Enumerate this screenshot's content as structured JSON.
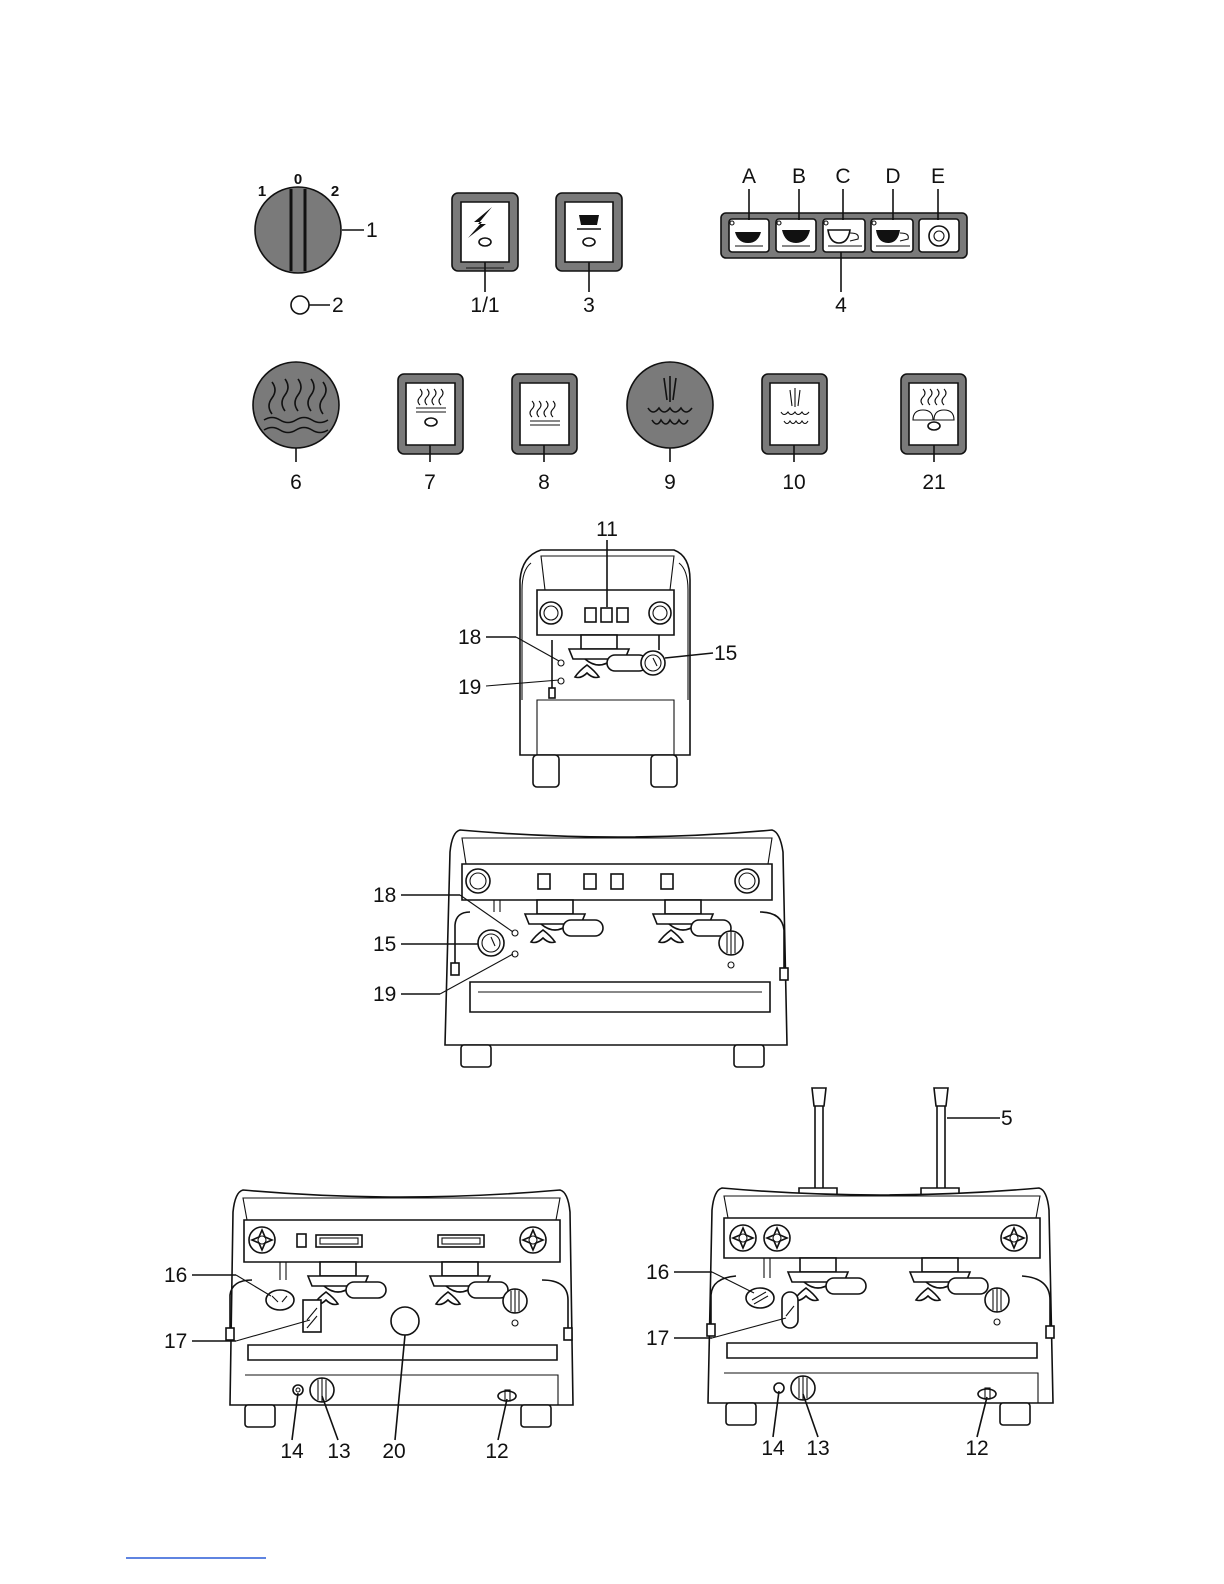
{
  "controls_row_1": {
    "selector_marks": {
      "left": "1",
      "center": "0",
      "right": "2"
    },
    "labels": {
      "selector": "1",
      "indicator": "2",
      "switch_a": "1/1",
      "switch_b": "3",
      "keypad": "4"
    },
    "keypad_keys": [
      "A",
      "B",
      "C",
      "D",
      "E"
    ]
  },
  "controls_row_2": {
    "labels": [
      "6",
      "7",
      "8",
      "9",
      "10",
      "21"
    ]
  },
  "machine_1group_front": {
    "labels": {
      "top": "11",
      "left_upper": "18",
      "left_lower": "19",
      "right": "15"
    }
  },
  "machine_2group_front": {
    "labels": {
      "upper": "18",
      "middle": "15",
      "lower": "19"
    }
  },
  "machine_2group_bottom_left": {
    "labels": {
      "upper": "16",
      "lower": "17",
      "b1": "14",
      "b2": "13",
      "b3": "20",
      "b4": "12"
    }
  },
  "machine_2group_bottom_right": {
    "labels": {
      "top": "5",
      "upper": "16",
      "lower": "17",
      "b1": "14",
      "b2": "13",
      "b3": "12"
    }
  },
  "colors": {
    "ink": "#111111",
    "knob_fill": "#7a7a7a",
    "footer_rule": "#2a5bd7"
  }
}
